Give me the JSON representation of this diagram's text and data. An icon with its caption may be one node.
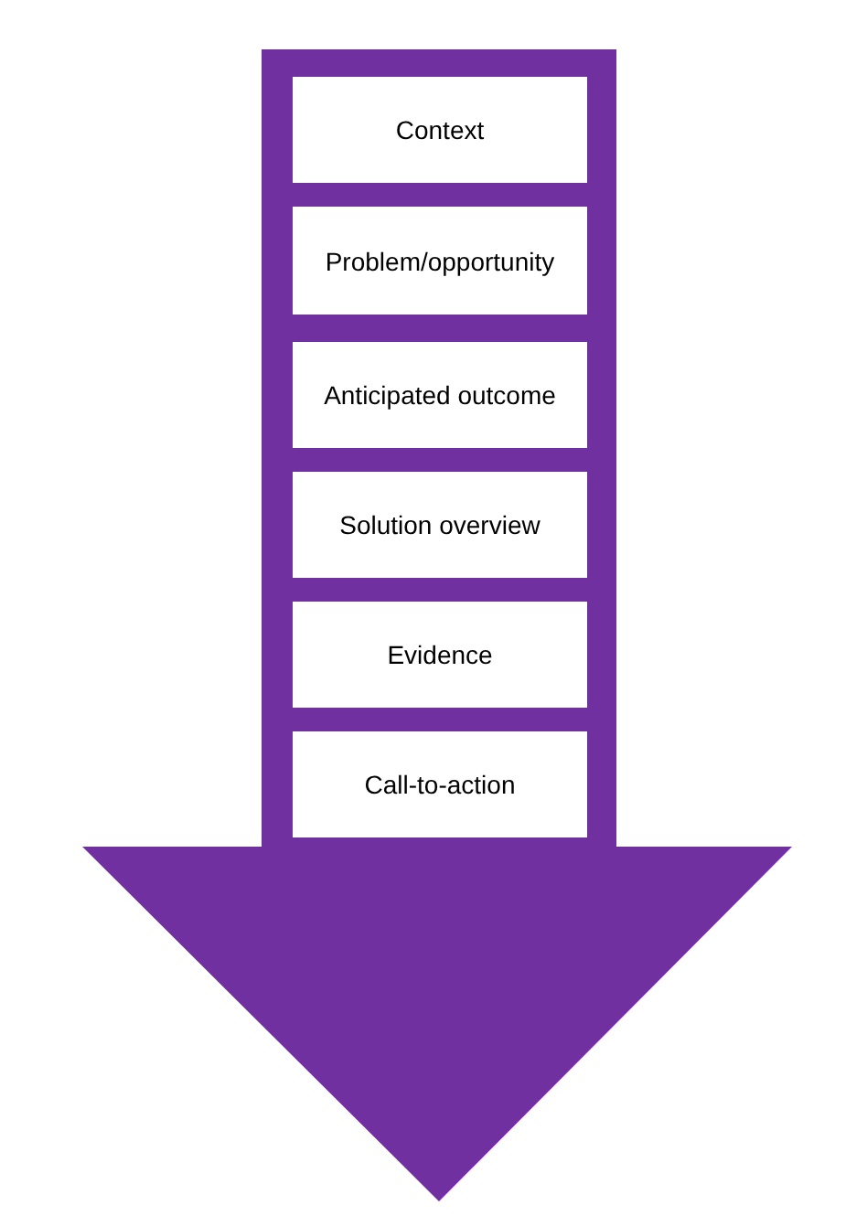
{
  "diagram": {
    "nodes": [
      {
        "text": [],
        "shape": "arrow"
      },
      {
        "text": [
          "Context"
        ],
        "in": 0
      },
      {
        "text": [
          "Problem/opportunity"
        ],
        "in": 0
      },
      {
        "text": [
          "Anticipated outcome"
        ],
        "in": 0
      },
      {
        "text": [
          "Solution overview"
        ],
        "in": 0
      },
      {
        "text": [
          "Evidence"
        ],
        "in": 0
      },
      {
        "text": [
          "Call-to-action"
        ],
        "in": 0
      }
    ]
  }
}
